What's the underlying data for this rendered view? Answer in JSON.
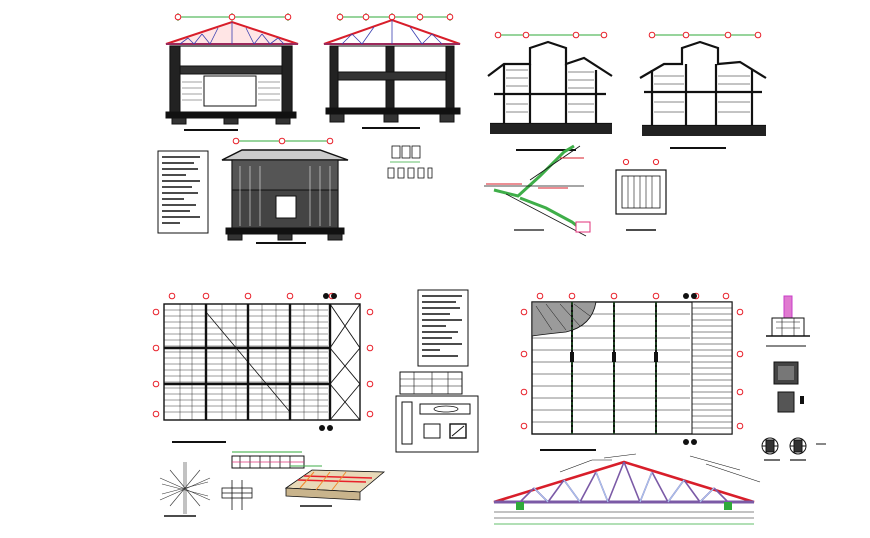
{
  "sheet": {
    "background": "#ffffff",
    "colors": {
      "line": "#111111",
      "roof_red": "#d81e2a",
      "roof_blue": "#3a3fb0",
      "axis_red": "#e8202a",
      "dim_green": "#2faa3a",
      "stair_green": "#3fae49",
      "pink": "#e0307a",
      "slab_orange": "#f08a2a",
      "purple": "#7b5aa6",
      "light_blue": "#a9c4ef",
      "magenta": "#c83cc8"
    },
    "icons": [
      "grid-axis-bubble",
      "north-arrow-icon"
    ]
  },
  "drawings": [
    {
      "id": "elevation-1",
      "kind": "gable elevation with roof truss"
    },
    {
      "id": "elevation-2",
      "kind": "gable elevation with roof truss"
    },
    {
      "id": "section-1",
      "kind": "building section"
    },
    {
      "id": "section-2",
      "kind": "building section"
    },
    {
      "id": "front-elevation",
      "kind": "front elevation"
    },
    {
      "id": "stair-section",
      "kind": "stair detail"
    },
    {
      "id": "stair-plan",
      "kind": "stair plan"
    },
    {
      "id": "floor-plan-framing",
      "kind": "structural floor plan"
    },
    {
      "id": "roof-plan",
      "kind": "roof plan"
    },
    {
      "id": "truss-elevation",
      "kind": "roof truss elevation"
    }
  ]
}
